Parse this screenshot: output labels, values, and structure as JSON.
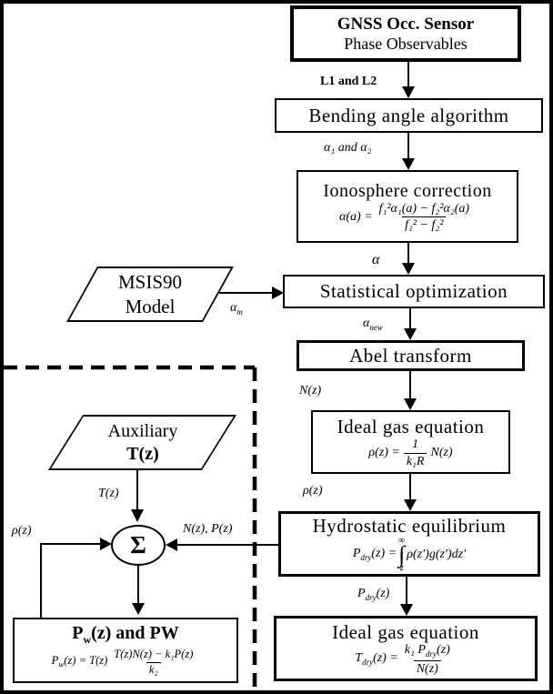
{
  "colors": {
    "ink": "#000000",
    "paper": "#ffffff"
  },
  "nodes": {
    "sensor": {
      "title": "GNSS Occ. Sensor",
      "subtitle": "Phase Observables"
    },
    "bending": {
      "label": "Bending angle algorithm"
    },
    "iono": {
      "title": "Ionosphere correction",
      "formula": {
        "lhs": "α(a) =",
        "num": "f₁²α₁(a) − f₂²α₂(a)",
        "den": "f₁² − f₂²"
      }
    },
    "msis": {
      "line1": "MSIS90",
      "line2": "Model"
    },
    "stat": {
      "label": "Statistical optimization"
    },
    "abel": {
      "label": "Abel transform"
    },
    "ideal_gas_1": {
      "title": "Ideal gas equation",
      "formula": {
        "lhs": "ρ(z) =",
        "num": "1",
        "den": "k₁R",
        "rhs": "N(z)"
      }
    },
    "hydro": {
      "title": "Hydrostatic equilibrium",
      "formula": {
        "p": "P",
        "p_sub": "dry",
        "eq": "(z) =",
        "int_top": "∞",
        "int_sign": "∫",
        "int_bot": "z",
        "rhs": "ρ(z′)g(z′)dz′"
      }
    },
    "ideal_gas_2": {
      "title": "Ideal gas equation",
      "formula": {
        "t": "T",
        "t_sub": "dry",
        "eq": "(z) =",
        "num_k": "k₁ ",
        "num_p": "P",
        "num_p_sub": "dry",
        "num_rest": "(z)",
        "den": "N(z)"
      }
    },
    "aux": {
      "line1": "Auxiliary",
      "line2": "T(z)"
    },
    "sigma": {
      "symbol": "Σ"
    },
    "pw": {
      "title_p": "P",
      "title_sub": "w",
      "title_rest": "(z) and PW",
      "formula": {
        "p": "P",
        "p_sub": "w",
        "eq": "(z) = T(z)",
        "num": "T(z)N(z) − k₁P(z)",
        "den": "k₂"
      }
    }
  },
  "edge_labels": {
    "l1_l2": "L1 and L2",
    "alpha_1_2": "α₁ and α₂",
    "alpha": "α",
    "alpha_m": {
      "base": "α",
      "sub": "m"
    },
    "alpha_new": {
      "base": "α",
      "sub": "new"
    },
    "n_z": "N(z)",
    "rho_z": "ρ(z)",
    "p_dry": {
      "base": "P",
      "sub": "dry",
      "rest": "(z)"
    },
    "t_z": "T(z)",
    "rho_feedback": "ρ(z)",
    "n_p": "N(z), P(z)"
  }
}
